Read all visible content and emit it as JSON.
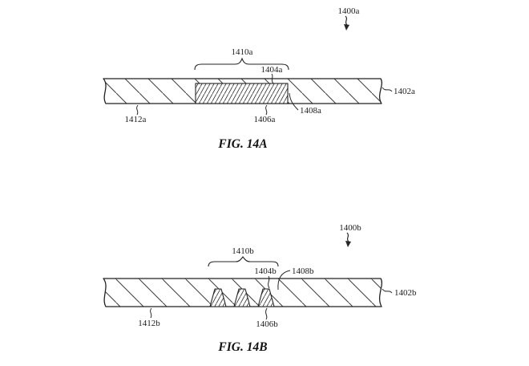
{
  "colors": {
    "background": "#ffffff",
    "ink": "#262626",
    "hatch": "#3c3c3c"
  },
  "figure_a": {
    "caption": "FIG. 14A",
    "labels": {
      "assembly": "1400a",
      "substrate": "1402a",
      "insert_top": "1404a",
      "insert": "1406a",
      "insert_edge": "1408a",
      "region": "1410a",
      "substrate_body": "1412a"
    }
  },
  "figure_b": {
    "caption": "FIG. 14B",
    "labels": {
      "assembly": "1400b",
      "substrate": "1402b",
      "bump_top": "1404b",
      "bump": "1406b",
      "bump_edge": "1408b",
      "region": "1410b",
      "substrate_body": "1412b"
    }
  }
}
